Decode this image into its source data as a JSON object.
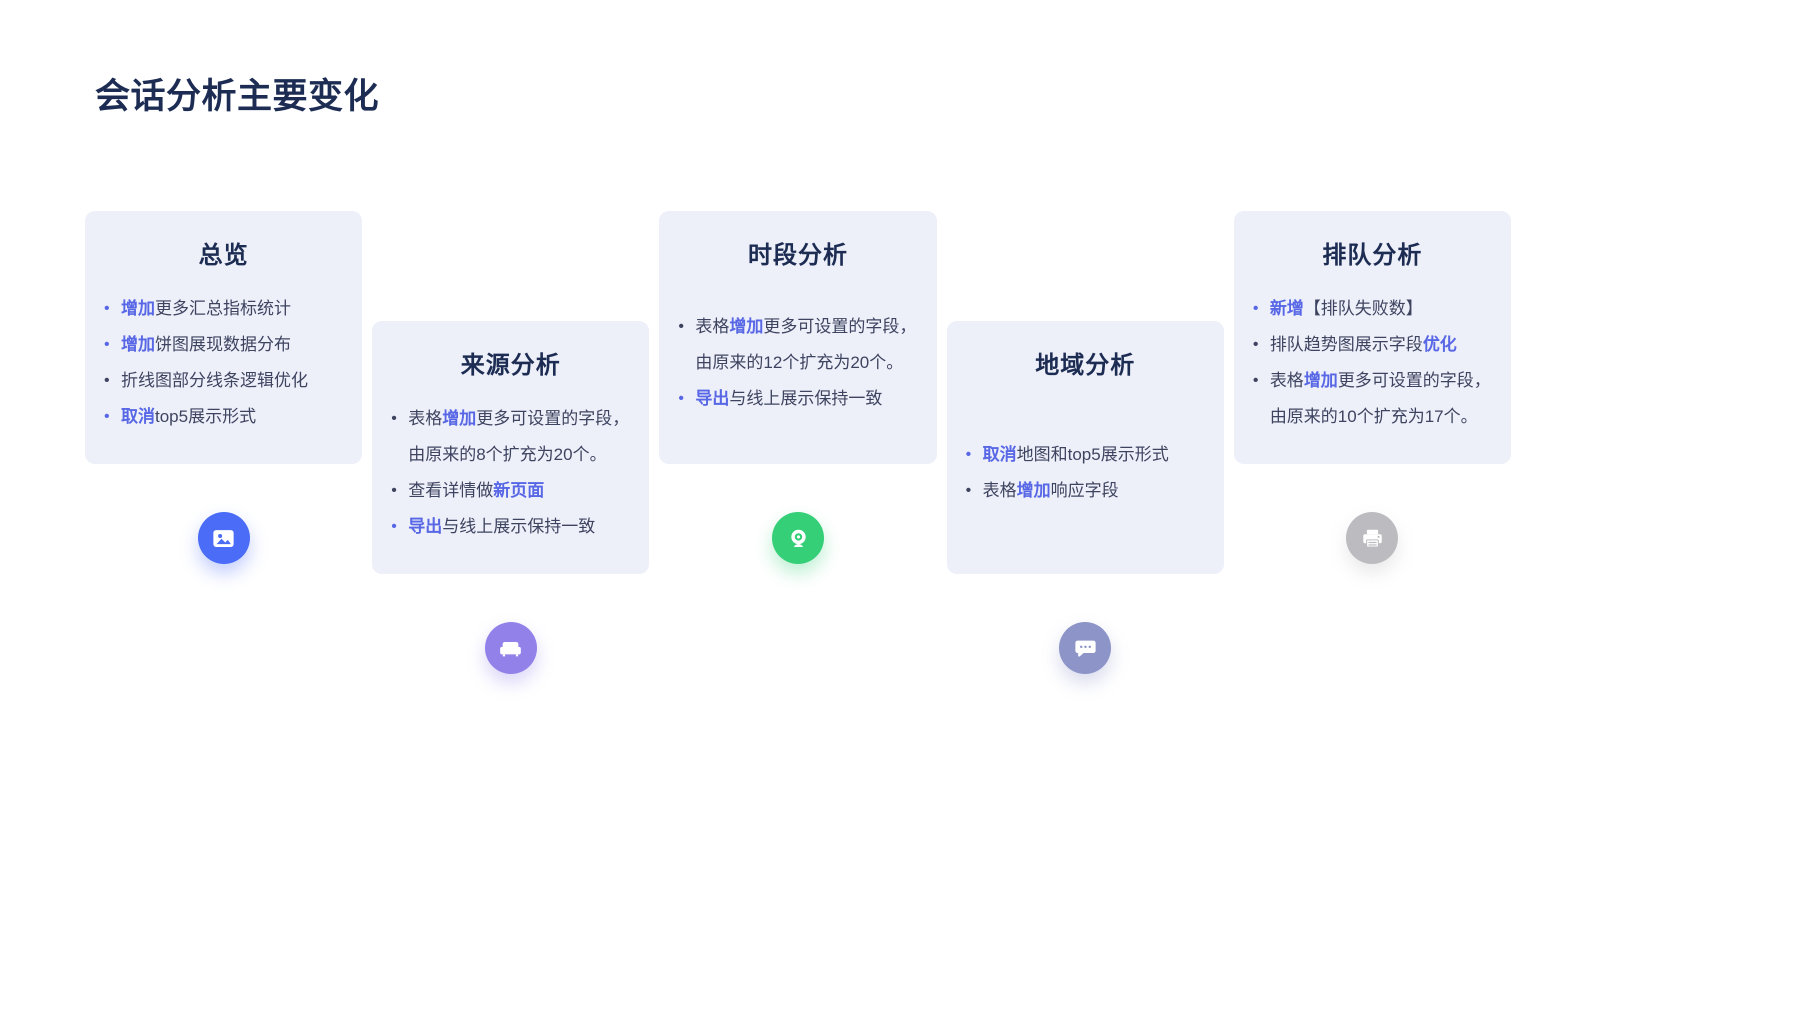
{
  "page": {
    "title": "会话分析主要变化"
  },
  "theme": {
    "accent": "#5767E5",
    "card-bg": "#EDEFF9",
    "title-color": "#1D2C53",
    "body-color": "#3E4460",
    "page-bg": "#FFFFFF"
  },
  "cards": [
    {
      "title": "总览",
      "position": "top",
      "icon": "image-icon",
      "icon_color": "#4A6CF6",
      "bullets": [
        {
          "accent_bullet": true,
          "segments": [
            {
              "text": "增加",
              "accent": true
            },
            {
              "text": "更多汇总指标统计",
              "accent": false
            }
          ]
        },
        {
          "accent_bullet": true,
          "segments": [
            {
              "text": "增加",
              "accent": true
            },
            {
              "text": "饼图展现数据分布",
              "accent": false
            }
          ]
        },
        {
          "accent_bullet": false,
          "segments": [
            {
              "text": "折线图部分线条逻辑优化",
              "accent": false
            }
          ]
        },
        {
          "accent_bullet": true,
          "segments": [
            {
              "text": "取消",
              "accent": true
            },
            {
              "text": "top5展示形式",
              "accent": false
            }
          ]
        }
      ]
    },
    {
      "title": "来源分析",
      "position": "lower",
      "icon": "sofa-icon",
      "icon_color": "#9181E9",
      "bullets": [
        {
          "accent_bullet": false,
          "segments": [
            {
              "text": "表格",
              "accent": false
            },
            {
              "text": "增加",
              "accent": true
            },
            {
              "text": "更多可设置的字段，由原来的8个扩充为20个。",
              "accent": false
            }
          ]
        },
        {
          "accent_bullet": false,
          "segments": [
            {
              "text": "查看详情做",
              "accent": false
            },
            {
              "text": "新页面",
              "accent": true
            }
          ]
        },
        {
          "accent_bullet": true,
          "segments": [
            {
              "text": "导出",
              "accent": true
            },
            {
              "text": "与线上展示保持一致",
              "accent": false
            }
          ]
        }
      ]
    },
    {
      "title": "时段分析",
      "position": "top",
      "icon": "camera-icon",
      "icon_color": "#35CF78",
      "bullets": [
        {
          "accent_bullet": false,
          "segments": [
            {
              "text": "表格",
              "accent": false
            },
            {
              "text": "增加",
              "accent": true
            },
            {
              "text": "更多可设置的字段，由原来的12个扩充为20个。",
              "accent": false
            }
          ]
        },
        {
          "accent_bullet": true,
          "segments": [
            {
              "text": "导出",
              "accent": true
            },
            {
              "text": "与线上展示保持一致",
              "accent": false
            }
          ]
        }
      ]
    },
    {
      "title": "地域分析",
      "position": "lower",
      "icon": "chat-icon",
      "icon_color": "#8C94C8",
      "bullets": [
        {
          "accent_bullet": true,
          "segments": [
            {
              "text": "取消",
              "accent": true
            },
            {
              "text": "地图和top5展示形式",
              "accent": false
            }
          ]
        },
        {
          "accent_bullet": false,
          "segments": [
            {
              "text": "表格",
              "accent": false
            },
            {
              "text": "增加",
              "accent": true
            },
            {
              "text": "响应字段",
              "accent": false
            }
          ]
        }
      ]
    },
    {
      "title": "排队分析",
      "position": "top",
      "icon": "printer-icon",
      "icon_color": "#BCBCC0",
      "bullets": [
        {
          "accent_bullet": true,
          "segments": [
            {
              "text": "新增",
              "accent": true
            },
            {
              "text": "【排队失败数】",
              "accent": false
            }
          ]
        },
        {
          "accent_bullet": false,
          "segments": [
            {
              "text": "排队趋势图展示字段",
              "accent": false
            },
            {
              "text": "优化",
              "accent": true
            }
          ]
        },
        {
          "accent_bullet": false,
          "segments": [
            {
              "text": "表格",
              "accent": false
            },
            {
              "text": "增加",
              "accent": true
            },
            {
              "text": "更多可设置的字段，由原来的10个扩充为17个。",
              "accent": false
            }
          ]
        }
      ]
    }
  ]
}
